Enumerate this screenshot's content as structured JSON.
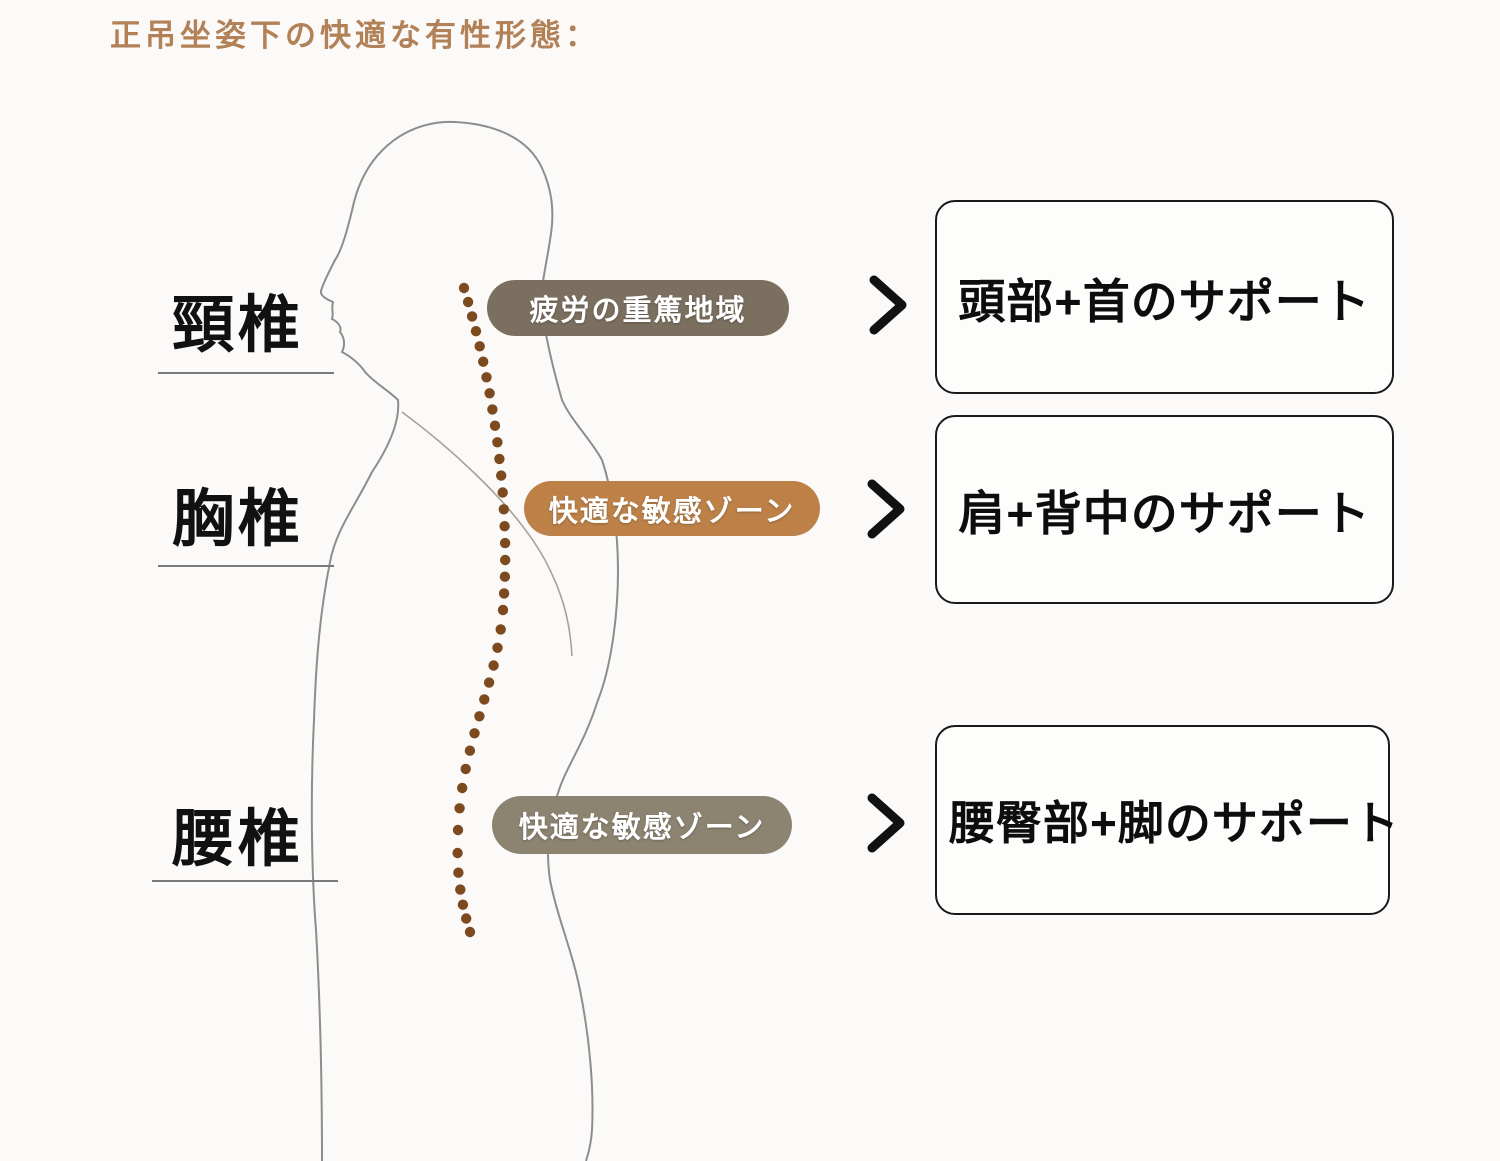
{
  "title": {
    "text": "正吊坐姿下の快適な有性形態：",
    "color": "#b28157"
  },
  "rows": [
    {
      "spine_label": "頸椎",
      "zone_label": "疲労の重篤地域",
      "zone_color": "#7b6f5f",
      "support_label": "頭部+首のサポート"
    },
    {
      "spine_label": "胸椎",
      "zone_label": "快適な敏感ゾーン",
      "zone_color": "#bd8148",
      "support_label": "肩+背中のサポート"
    },
    {
      "spine_label": "腰椎",
      "zone_label": "快適な敏感ゾーン",
      "zone_color": "#8d8371",
      "support_label": "腰臀部+脚のサポート"
    }
  ],
  "figure": {
    "spine_dot_color": "#7d4a1f",
    "outline_color": "#8d8d8d"
  }
}
